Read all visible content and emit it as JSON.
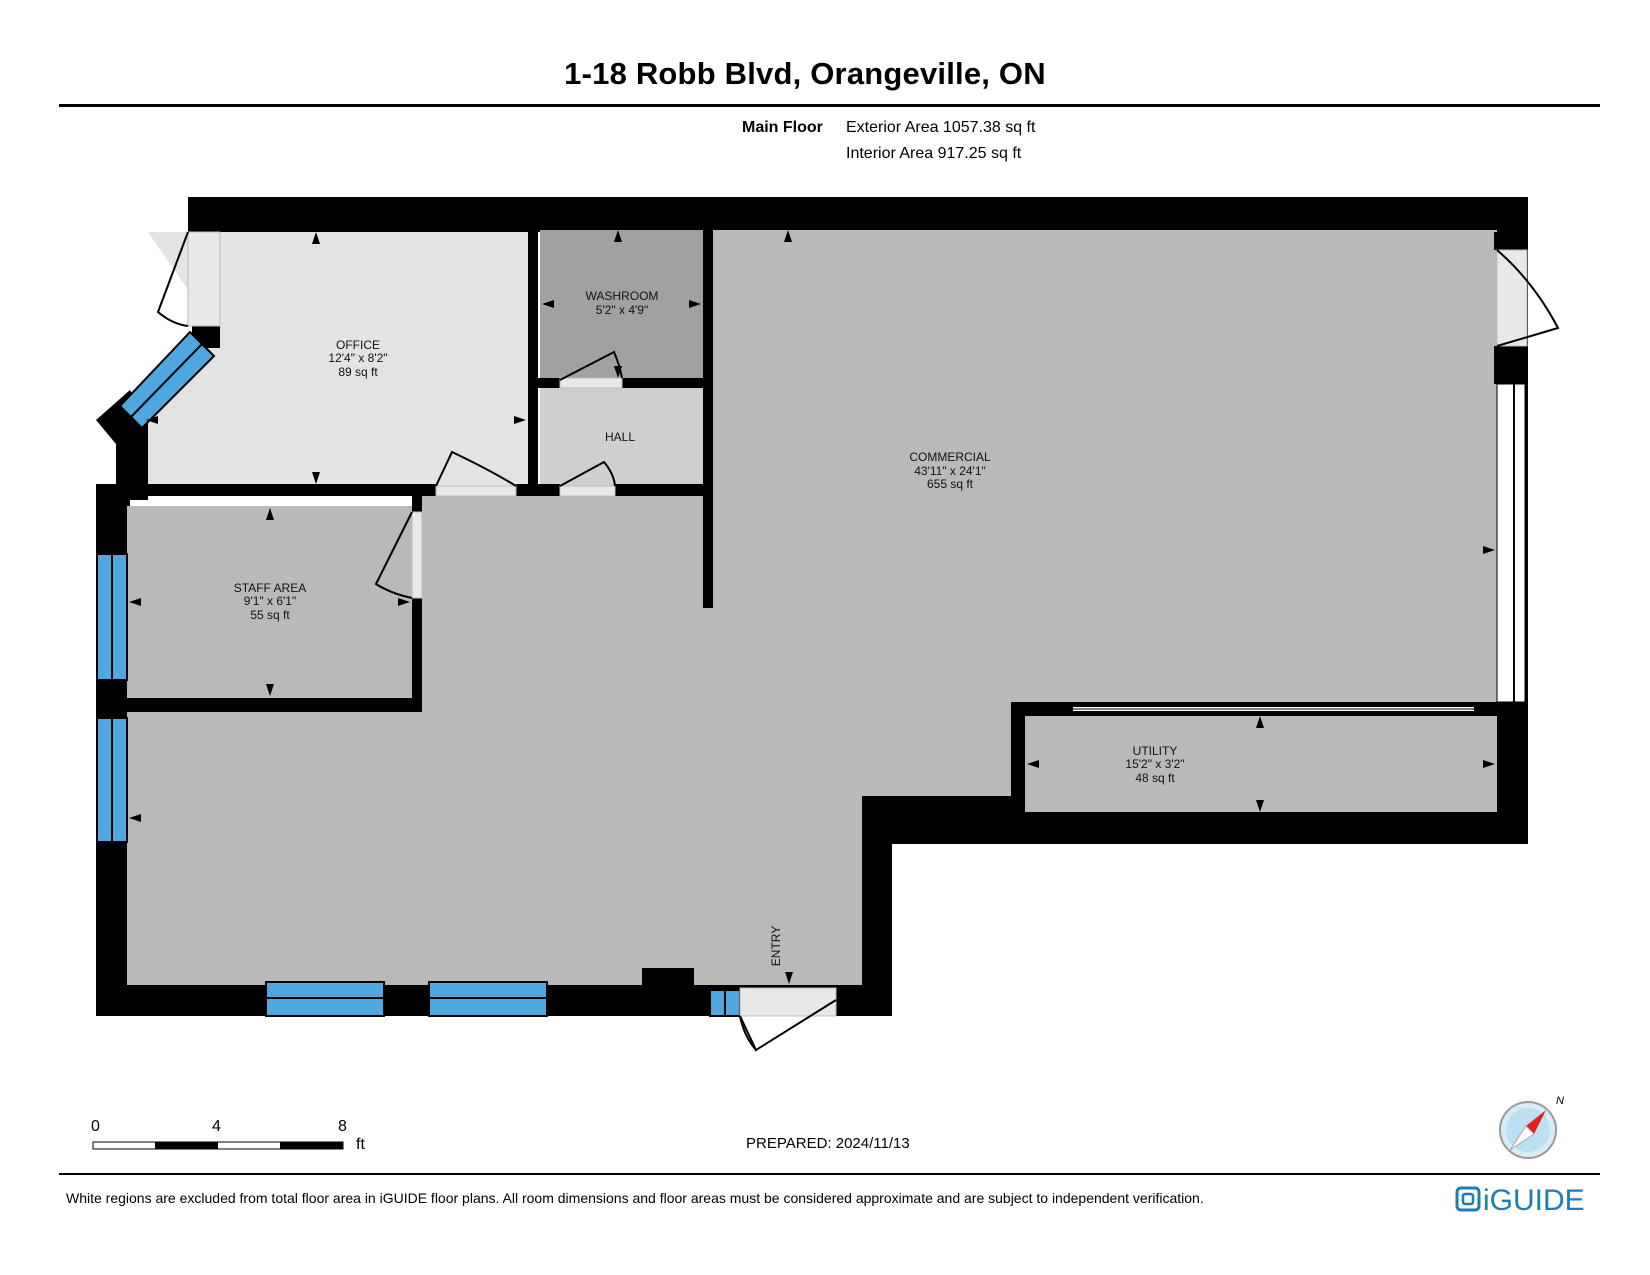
{
  "header": {
    "title": "1-18 Robb Blvd, Orangeville, ON",
    "floor_name": "Main Floor",
    "exterior_area": "Exterior Area 1057.38 sq ft",
    "interior_area": "Interior Area 917.25 sq ft"
  },
  "rooms": {
    "office": {
      "name": "OFFICE",
      "dims": "12'4\" x 8'2\"",
      "area": "89 sq ft"
    },
    "washroom": {
      "name": "WASHROOM",
      "dims": "5'2\" x 4'9\""
    },
    "hall": {
      "name": "HALL"
    },
    "commercial": {
      "name": "COMMERCIAL",
      "dims": "43'11\" x 24'1\"",
      "area": "655 sq ft"
    },
    "staff_area": {
      "name": "STAFF AREA",
      "dims": "9'1\" x 6'1\"",
      "area": "55 sq ft"
    },
    "utility": {
      "name": "UTILITY",
      "dims": "15'2\" x 3'2\"",
      "area": "48 sq ft"
    },
    "entry": {
      "name": "ENTRY"
    }
  },
  "scale": {
    "ticks": [
      "0",
      "4",
      "8"
    ],
    "unit": "ft"
  },
  "prepared": "PREPARED: 2024/11/13",
  "compass": {
    "label": "N"
  },
  "disclaimer": "White regions are excluded from total floor area in iGUIDE floor plans. All room dimensions and floor areas must be considered approximate and are subject to independent verification.",
  "brand": {
    "name": "iGUIDE",
    "color": "#1a7db8"
  },
  "colors": {
    "wall": "#000000",
    "floor": "#b9b9b9",
    "office_floor": "#e3e3e3",
    "washroom_floor": "#a1a1a1",
    "hall_floor": "#cfcfcf",
    "window": "#4ea8df",
    "door_threshold": "#e8e8e8"
  }
}
